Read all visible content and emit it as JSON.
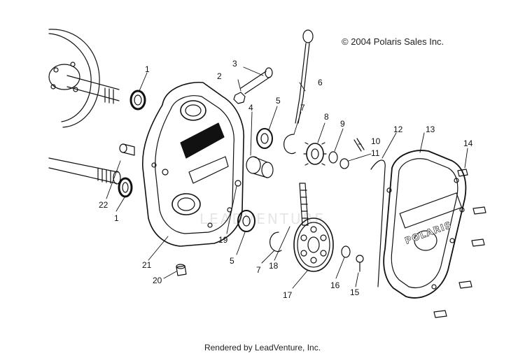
{
  "copyright": "© 2004 Polaris Sales Inc.",
  "footer": "Rendered by LeadVenture, Inc.",
  "watermark": "LEADVENTURE",
  "cover_logo": "POLARIS",
  "callouts": [
    "1",
    "2",
    "3",
    "4",
    "5",
    "6",
    "7",
    "8",
    "9",
    "10",
    "11",
    "12",
    "13",
    "14",
    "15",
    "16",
    "17",
    "18",
    "19",
    "20",
    "21",
    "22",
    "1",
    "5",
    "7"
  ]
}
